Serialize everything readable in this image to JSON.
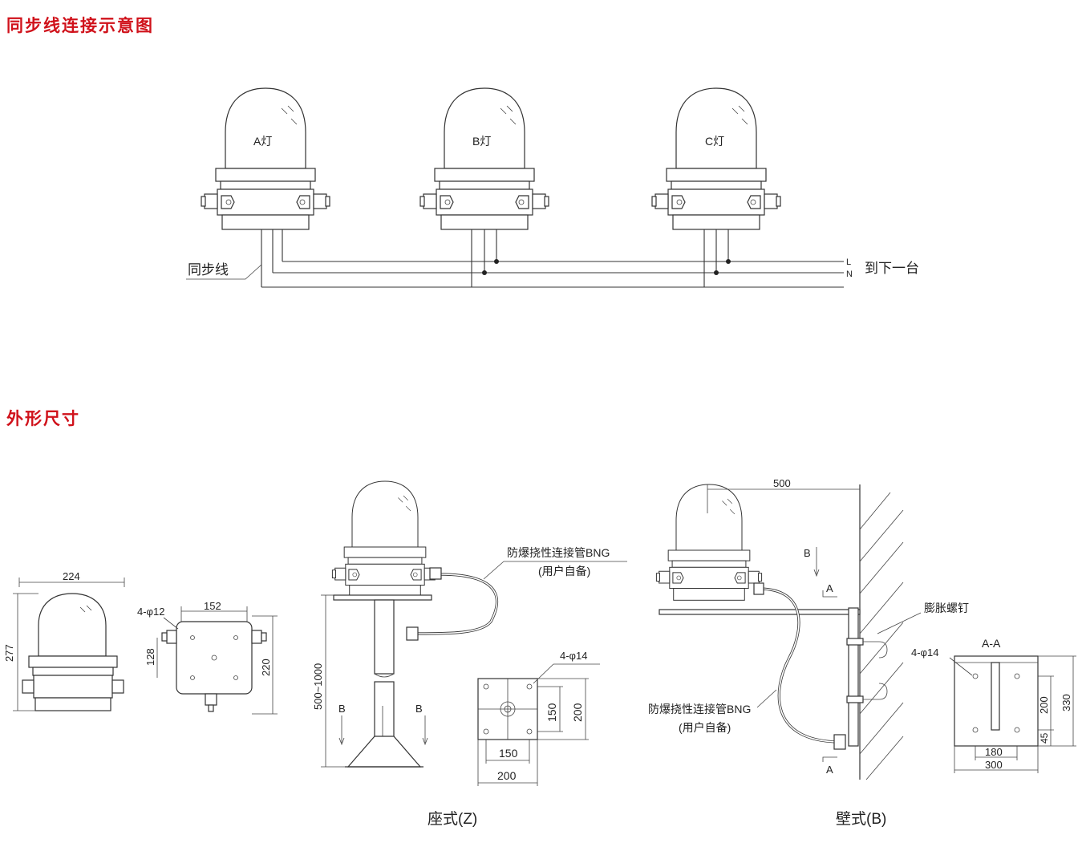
{
  "sections": {
    "wiring_title": "同步线连接示意图",
    "dimensions_title": "外形尺寸"
  },
  "wiring": {
    "lamp_labels": [
      "A灯",
      "B灯",
      "C灯"
    ],
    "sync_line_label": "同步线",
    "L": "L",
    "N": "N",
    "next_unit_label": "到下一台"
  },
  "dimensions": {
    "front": {
      "width": "224",
      "height": "277"
    },
    "top": {
      "holes": "4-φ12",
      "width": "152",
      "depth_small": "128",
      "depth": "220"
    },
    "seat": {
      "conduit_label": "防爆挠性连接管BNG",
      "conduit_note": "(用户自备)",
      "height_range": "500~1000",
      "section_b": "B",
      "plate_holes": "4-φ14",
      "plate_inner_w": "150",
      "plate_outer_w": "200",
      "plate_inner_h": "150",
      "plate_outer_h": "200",
      "caption": "座式(Z)"
    },
    "wall": {
      "reach": "500",
      "section_b": "B",
      "section_a": "A",
      "anchor_label": "膨胀螺钉",
      "conduit_label": "防爆挠性连接管BNG",
      "conduit_note": "(用户自备)",
      "plate_holes": "4-φ14",
      "section_aa": "A-A",
      "plate_h1": "200",
      "plate_h2": "45",
      "plate_h_total": "330",
      "plate_w1": "180",
      "plate_w_total": "300",
      "caption": "壁式(B)"
    }
  }
}
